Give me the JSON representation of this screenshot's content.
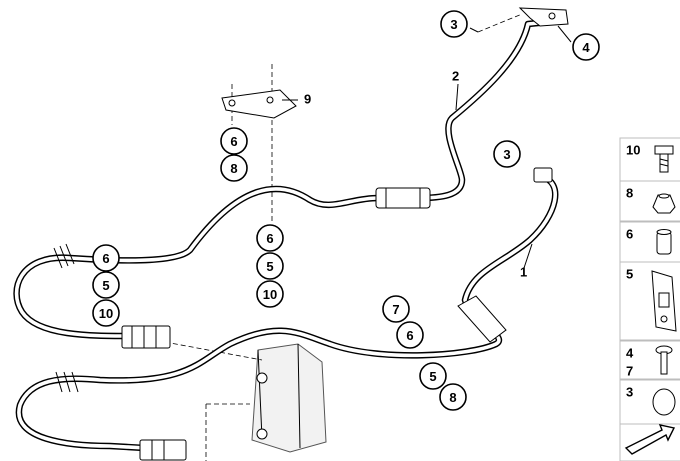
{
  "callouts": [
    {
      "id": "c3a",
      "label": "3"
    },
    {
      "id": "c4",
      "label": "4"
    },
    {
      "id": "c6a",
      "label": "6"
    },
    {
      "id": "c8a",
      "label": "8"
    },
    {
      "id": "c6b",
      "label": "6"
    },
    {
      "id": "c5b",
      "label": "5"
    },
    {
      "id": "c10b",
      "label": "10"
    },
    {
      "id": "c6c",
      "label": "6"
    },
    {
      "id": "c5c",
      "label": "5"
    },
    {
      "id": "c10c",
      "label": "10"
    },
    {
      "id": "c3b",
      "label": "3"
    },
    {
      "id": "c7",
      "label": "7"
    },
    {
      "id": "c6d",
      "label": "6"
    },
    {
      "id": "c5d",
      "label": "5"
    },
    {
      "id": "c8d",
      "label": "8"
    }
  ],
  "labels": {
    "hose_1": "1",
    "hose_2": "2",
    "bracket_9": "9"
  },
  "legend": [
    {
      "id": "l10",
      "numbers": [
        "10"
      ],
      "icon": "bolt-icon"
    },
    {
      "id": "l8",
      "numbers": [
        "8"
      ],
      "icon": "nut-icon"
    },
    {
      "id": "l6",
      "numbers": [
        "6"
      ],
      "icon": "sleeve-icon"
    },
    {
      "id": "l5",
      "numbers": [
        "5"
      ],
      "icon": "clip-icon"
    },
    {
      "id": "l47",
      "numbers": [
        "4",
        "7"
      ],
      "icon": "screw-icon"
    },
    {
      "id": "l3",
      "numbers": [
        "3"
      ],
      "icon": "o-ring-icon"
    },
    {
      "id": "larrow",
      "numbers": [],
      "icon": "direction-arrow-icon"
    }
  ]
}
